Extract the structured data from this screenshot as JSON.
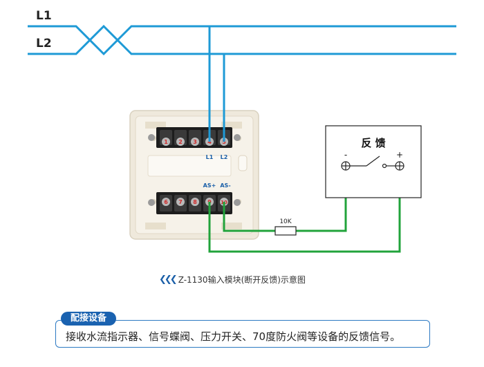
{
  "lines": {
    "l1": "L1",
    "l2": "L2"
  },
  "module": {
    "top_terminals": [
      "1",
      "2",
      "3",
      "4",
      "5"
    ],
    "bottom_terminals": [
      "6",
      "7",
      "8",
      "9",
      "10"
    ],
    "top_labels": [
      "L1",
      "L2"
    ],
    "bottom_labels": [
      "AS+",
      "AS-"
    ]
  },
  "feedback": {
    "title": "反 馈",
    "minus": "-",
    "plus": "+"
  },
  "resistor": {
    "label": "10K"
  },
  "caption": "Z-1130输入模块(断开反馈)示意图",
  "section": {
    "tab": "配接设备",
    "text": "接收水流指示器、信号蝶阀、压力开关、70度防火阀等设备的反馈信号。"
  },
  "colors": {
    "bus": "#1e9ad6",
    "green": "#21a33b",
    "accent": "#1a62b0"
  }
}
